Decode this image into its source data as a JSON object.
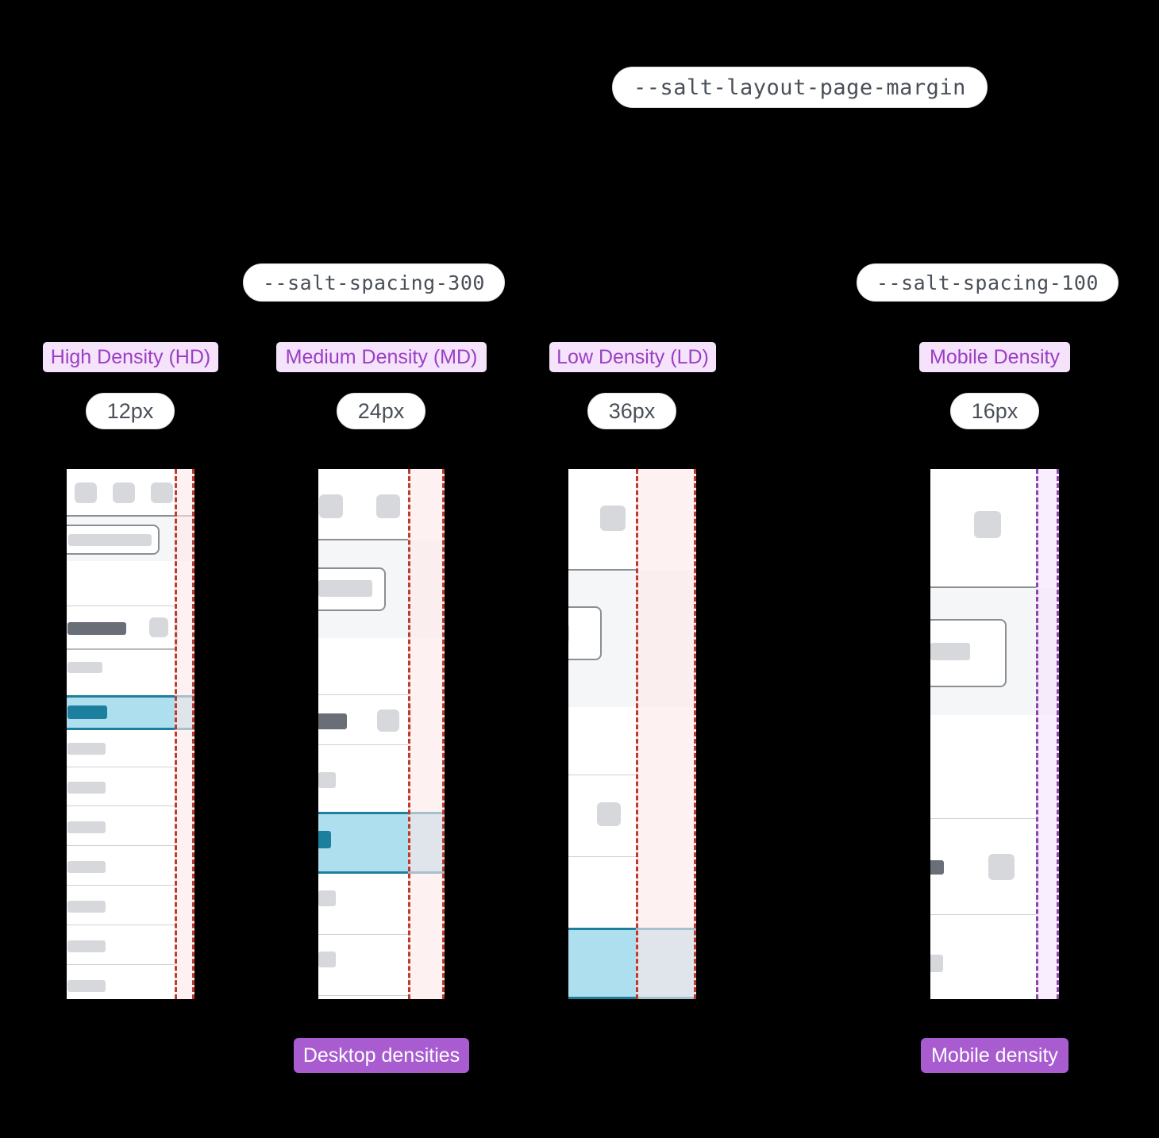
{
  "diagram": {
    "title_token": "--salt-layout-page-margin",
    "spacing_tokens": [
      {
        "name": "desktop_spacing",
        "label": "--salt-spacing-300"
      },
      {
        "name": "mobile_spacing",
        "label": "--salt-spacing-100"
      }
    ],
    "group_labels": {
      "desktop": "Desktop densities",
      "mobile": "Mobile density"
    },
    "colors": {
      "accent_purple": "#a85cd0",
      "tag_text_purple": "#9a3fc4",
      "tag_bg_lavender": "#f5e3fb",
      "margin_red": "#c0392b",
      "margin_red_fill": "#fde8e8",
      "margin_purple": "#8e44ad",
      "margin_purple_fill": "#f7e7fc",
      "selected_row": "#addfee",
      "selected_border": "#1d7f9e",
      "pill_text": "#4a5059",
      "background": "#000000"
    },
    "densities": [
      {
        "name": "high-density",
        "label": "High Density (HD)",
        "value": "12px",
        "margin_style": "red"
      },
      {
        "name": "medium-density",
        "label": "Medium Density (MD)",
        "value": "24px",
        "margin_style": "red"
      },
      {
        "name": "low-density",
        "label": "Low Density (LD)",
        "value": "36px",
        "margin_style": "red"
      },
      {
        "name": "mobile-density",
        "label": "Mobile Density",
        "value": "16px",
        "margin_style": "purple"
      }
    ]
  }
}
